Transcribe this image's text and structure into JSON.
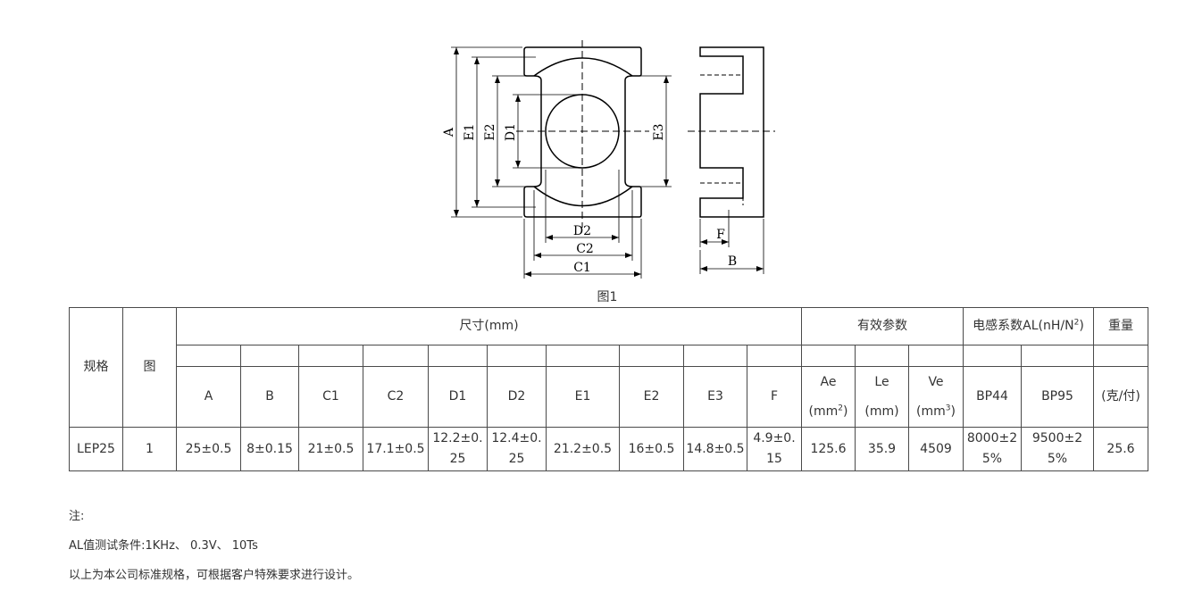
{
  "drawing": {
    "labels": {
      "A": "A",
      "E1": "E1",
      "E2": "E2",
      "D1": "D1",
      "E3": "E3",
      "D2": "D2",
      "C2": "C2",
      "C1": "C1",
      "F": "F",
      "B": "B"
    },
    "caption": "图1"
  },
  "table": {
    "spec_label": "规格",
    "fig_label": "图",
    "dimensions_label": "尺寸(mm)",
    "effective_params_label": "有效参数",
    "al_label": "电感系数AL(nH/N",
    "al_sup": "2",
    "al_close": ")",
    "weight_label": "重量",
    "cols": {
      "A": "A",
      "B": "B",
      "C1": "C1",
      "C2": "C2",
      "D1": "D1",
      "D2": "D2",
      "E1": "E1",
      "E2": "E2",
      "E3": "E3",
      "F": "F"
    },
    "ae": {
      "name": "Ae",
      "unit": "(mm",
      "sup": "2",
      "close": ")"
    },
    "le": {
      "name": "Le",
      "unit": "(mm)"
    },
    "ve": {
      "name": "Ve",
      "unit": "(mm",
      "sup": "3",
      "close": ")"
    },
    "bp44": "BP44",
    "bp95": "BP95",
    "weight_unit": "(克/付)",
    "row": {
      "spec": "LEP25",
      "fig": "1",
      "A": "25±0.5",
      "B": "8±0.15",
      "C1": "21±0.5",
      "C2": "17.1±0.5",
      "D1": "12.2±0.25",
      "D2": "12.4±0.25",
      "E1": "21.2±0.5",
      "E2": "16±0.5",
      "E3": "14.8±0.5",
      "F": "4.9±0.15",
      "Ae": "125.6",
      "Le": "35.9",
      "Ve": "4509",
      "BP44": "8000±25%",
      "BP95": "9500±25%",
      "weight": "25.6"
    }
  },
  "notes": {
    "title": "注:",
    "condition": "AL值测试条件:1KHz、 0.3V、 10Ts",
    "remark": "以上为本公司标准规格，可根据客户特殊要求进行设计。"
  }
}
